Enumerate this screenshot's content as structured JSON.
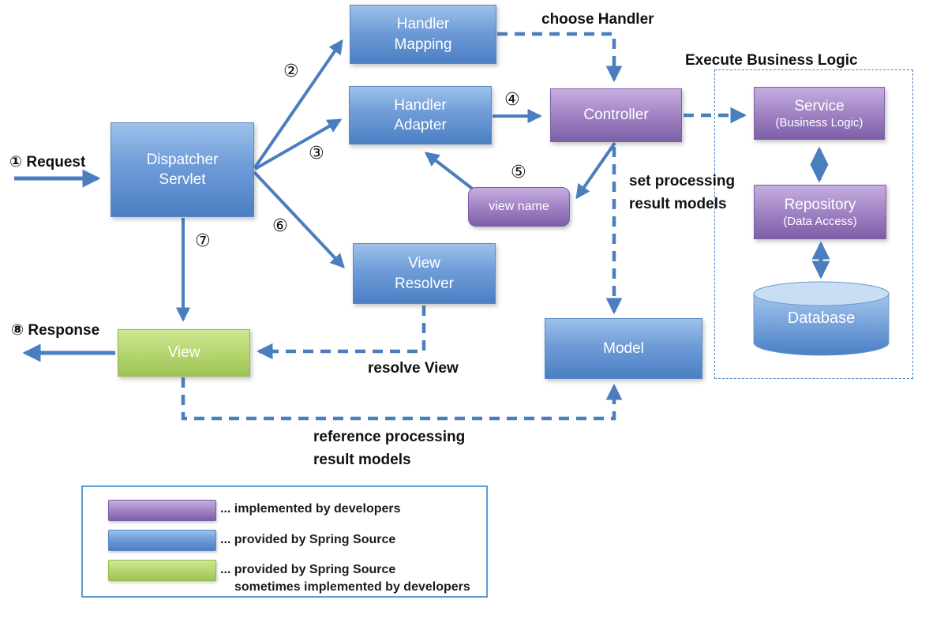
{
  "diagram": {
    "nodes": {
      "dispatcher_servlet": "Dispatcher\nServlet",
      "handler_mapping": "Handler\nMapping",
      "handler_adapter": "Handler\nAdapter",
      "controller": "Controller",
      "view_name": "view name",
      "view_resolver": "View\nResolver",
      "model": "Model",
      "view": "View",
      "service_title": "Service",
      "service_subtitle": "(Business Logic)",
      "repository_title": "Repository",
      "repository_subtitle": "(Data Access)",
      "database": "Database"
    },
    "steps": {
      "request": "① Request",
      "s2": "②",
      "s3": "③",
      "s4": "④",
      "s5": "⑤",
      "s6": "⑥",
      "s7": "⑦",
      "response": "⑧ Response"
    },
    "annotations": {
      "choose_handler": "choose Handler",
      "execute_business_logic": "Execute Business Logic",
      "set_processing_result_models": "set processing\nresult models",
      "resolve_view": "resolve View",
      "reference_processing_result_models": "reference processing\nresult models"
    },
    "legend": {
      "items": [
        {
          "color_name": "purple",
          "text": "... implemented by developers"
        },
        {
          "color_name": "blue",
          "text": "... provided by Spring Source"
        },
        {
          "color_name": "green",
          "text": "... provided by Spring Source",
          "text2": "sometimes implemented by developers"
        }
      ]
    },
    "colors": {
      "connector_blue": "#4a7ebf",
      "box_blue": "#4f81bd",
      "box_purple": "#8064a2",
      "box_green": "#9bbb59"
    }
  }
}
